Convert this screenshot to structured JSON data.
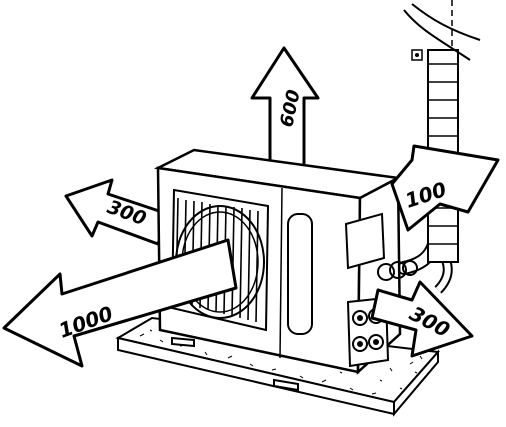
{
  "clearances": {
    "top": "600",
    "right": "100",
    "back_left": "300",
    "front": "1000",
    "right_front": "300"
  },
  "colors": {
    "line": "#000000",
    "fill": "#ffffff",
    "pipe_insulation": "#f0f0f0"
  }
}
